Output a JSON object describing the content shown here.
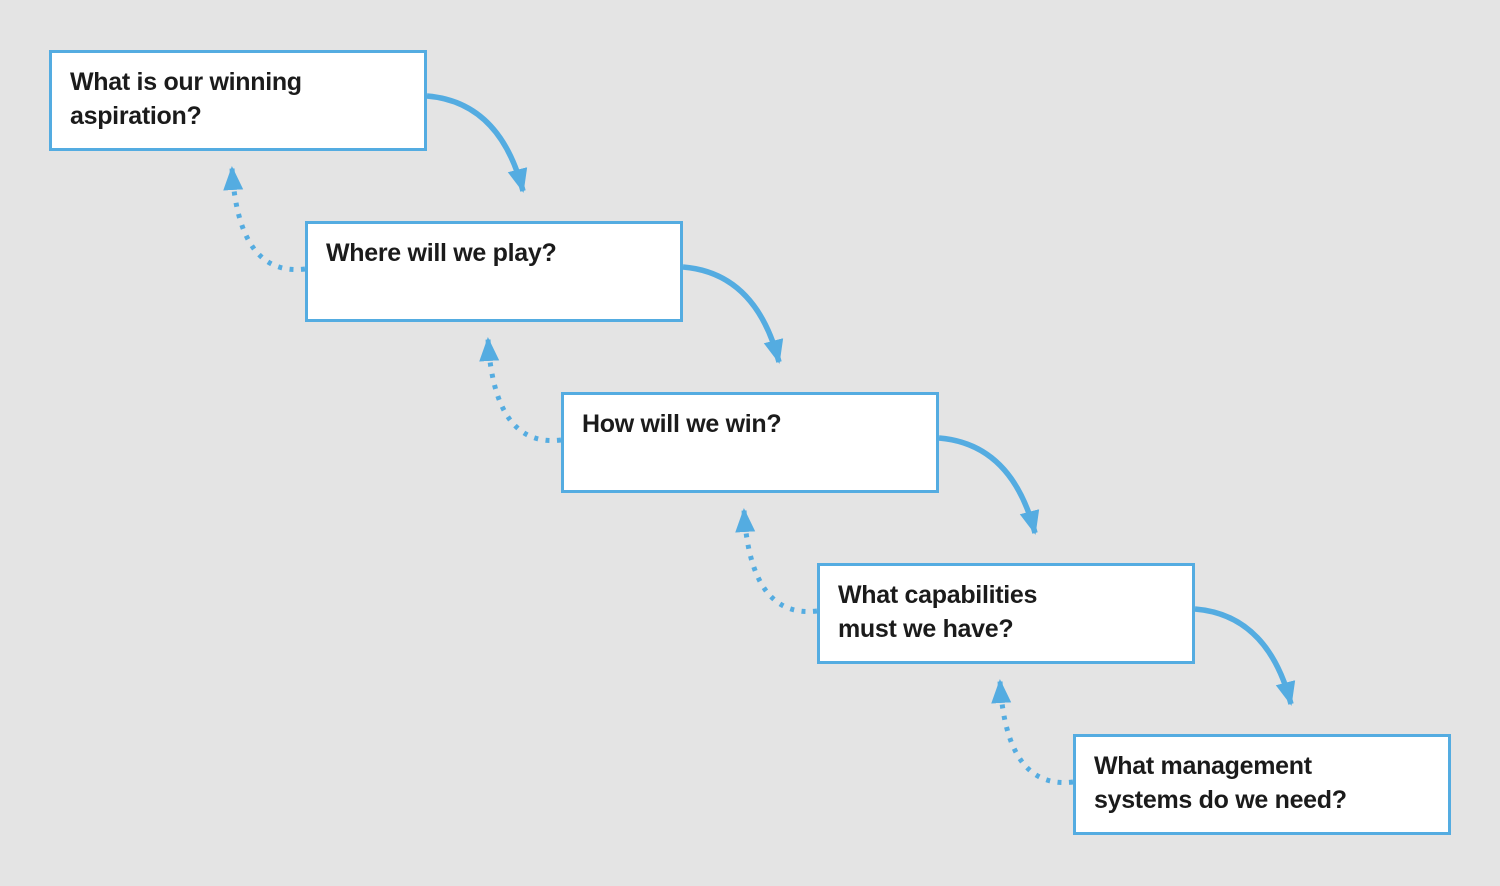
{
  "diagram": {
    "type": "strategy-cascade-flow",
    "boxes": [
      {
        "label": "What is our winning\naspiration?"
      },
      {
        "label": "Where will we play?"
      },
      {
        "label": "How will we win?"
      },
      {
        "label": "What capabilities\nmust we have?"
      },
      {
        "label": "What management\nsystems do we need?"
      }
    ],
    "colors": {
      "accent": "#54ACE1",
      "background": "#E4E4E4",
      "box_fill": "#FFFFFF",
      "text": "#1B1B1B"
    }
  }
}
